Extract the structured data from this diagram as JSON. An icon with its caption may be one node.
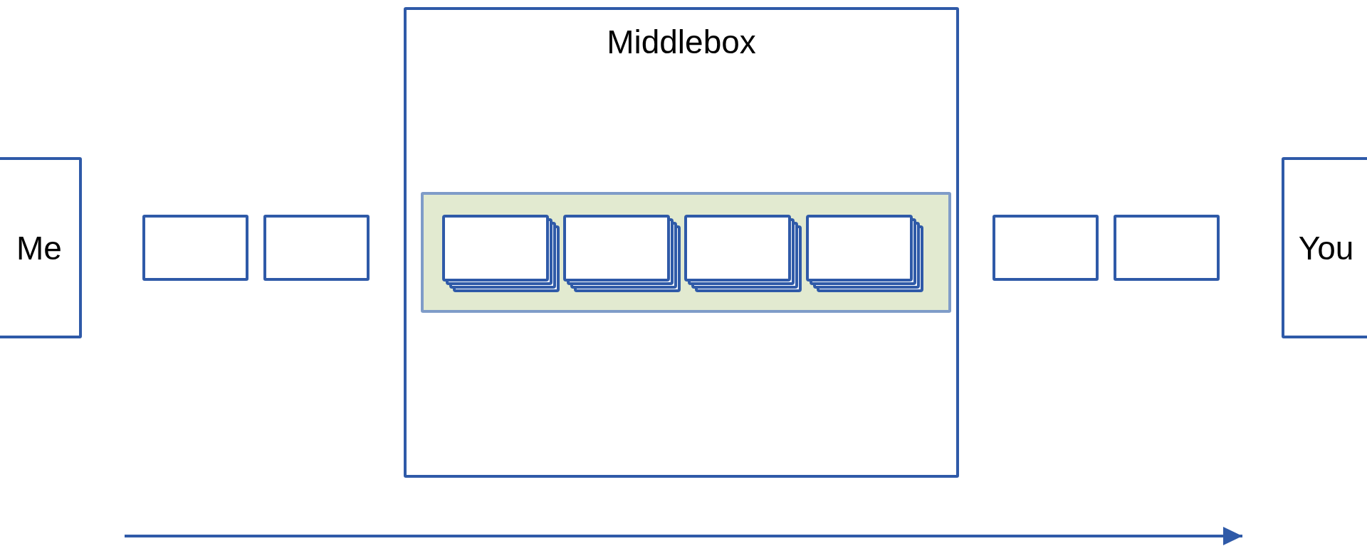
{
  "diagram": {
    "nodes": [
      {
        "text": [
          "Me"
        ]
      },
      {
        "text": [],
        "shape": "box"
      },
      {
        "text": [],
        "shape": "box"
      },
      {
        "text": [
          "Middlebox"
        ]
      },
      {
        "text": [],
        "shape": "box",
        "in": 3
      },
      {
        "text": [],
        "shape": "stack",
        "in": 4
      },
      {
        "text": [],
        "shape": "stack",
        "in": 4
      },
      {
        "text": [],
        "shape": "stack",
        "in": 4
      },
      {
        "text": [],
        "shape": "stack",
        "in": 4
      },
      {
        "text": [],
        "shape": "box"
      },
      {
        "text": [],
        "shape": "box"
      },
      {
        "text": [
          "You"
        ]
      }
    ],
    "edges": []
  }
}
